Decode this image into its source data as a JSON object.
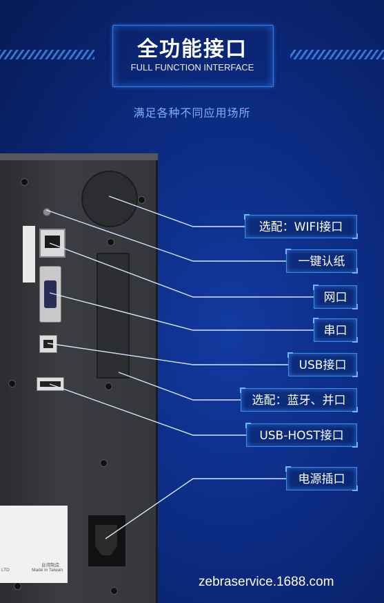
{
  "header": {
    "title": "全功能接口",
    "subtitle": "FULL FUNCTION INTERFACE",
    "tagline": "满足各种不同应用场所"
  },
  "callouts": {
    "wifi": "选配：WIFI接口",
    "feed_button": "一键认纸",
    "network": "网口",
    "serial": "串口",
    "usb": "USB接口",
    "bluetooth_parallel": "选配：蓝牙、并口",
    "usb_host": "USB-HOST接口",
    "power": "电源插口"
  },
  "printer_label": {
    "made_in": "Made in Taiwan",
    "made_cn": "台湾制造",
    "ltd": "LTD"
  },
  "watermark": "zebraservice.1688.com",
  "colors": {
    "accent": "#3a8cf0",
    "background": "#0c2b82",
    "line": "#d8e6ff"
  }
}
